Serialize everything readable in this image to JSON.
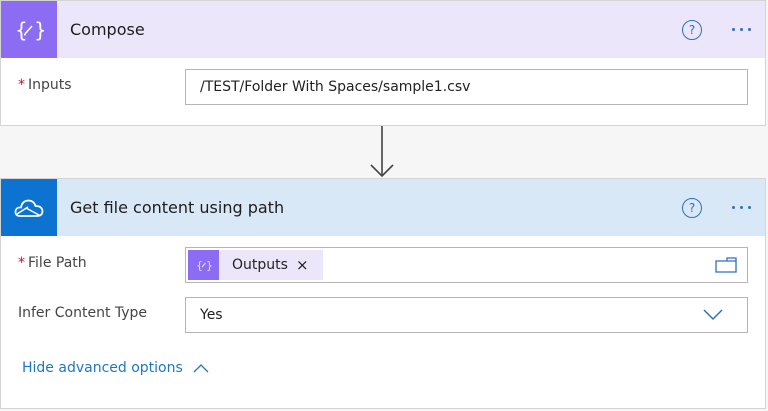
{
  "compose": {
    "title": "Compose",
    "icon": "compose-braces-pencil-icon",
    "accent_color": "#8c6cf3",
    "header_bg": "#ece6fb",
    "fields": [
      {
        "label": "Inputs",
        "required": true,
        "value": "/TEST/Folder With Spaces/sample1.csv"
      }
    ],
    "help_label": "?",
    "more_label": "..."
  },
  "connector": {
    "icon": "arrow-down-icon"
  },
  "get_file": {
    "title": "Get file content using path",
    "icon": "onedrive-cloud-icon",
    "accent_color": "#0d73d1",
    "header_bg": "#d9e8f7",
    "help_label": "?",
    "fields": [
      {
        "label": "File Path",
        "required": true,
        "token": {
          "label": "Outputs",
          "remove": "×",
          "icon": "compose-token-icon"
        },
        "action_icon": "folder-icon"
      },
      {
        "label": "Infer Content Type",
        "required": false,
        "value": "Yes",
        "action_icon": "chevron-down-icon"
      }
    ],
    "advanced_link": "Hide advanced options",
    "advanced_icon": "chevron-up-icon"
  },
  "required_marker": "*"
}
